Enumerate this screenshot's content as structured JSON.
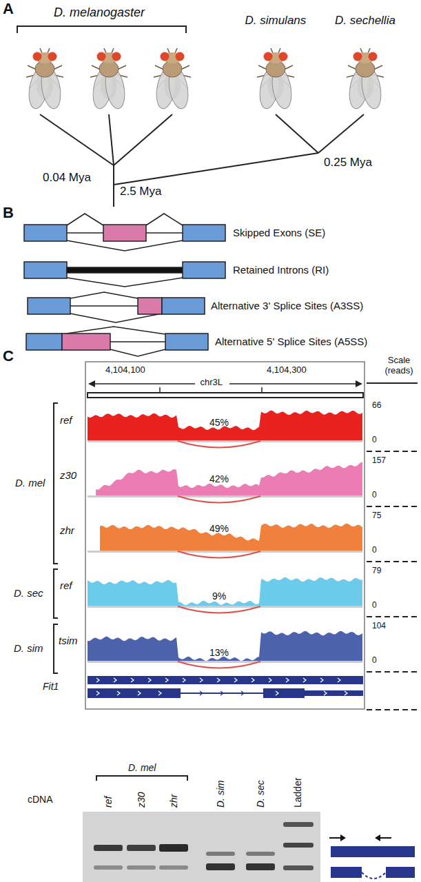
{
  "diagram": {
    "nodes": [
      {
        "text": [
          "4,104,100",
          "chr3L",
          "4,104,300"
        ]
      },
      {
        "text": [
          "45%"
        ],
        "in": 0
      },
      {
        "text": [
          "42%"
        ],
        "in": 0
      },
      {
        "text": [
          "49%"
        ],
        "in": 0
      },
      {
        "text": [
          "9%"
        ],
        "in": 0
      },
      {
        "text": [
          "13%"
        ],
        "in": 0
      }
    ],
    "labels": [
      "A",
      "D. melanogaster",
      "D. simulans",
      "D. sechellia",
      "0.04 Mya",
      "2.5 Mya",
      "0.25 Mya",
      "B",
      "Skipped Exons (SE)",
      "Retained Introns (RI)",
      "Alternative 3' Splice Sites (A3SS)",
      "Alternative 5' Splice Sites (A5SS)",
      "C",
      "Scale (reads)",
      "66",
      "0",
      "157",
      "0",
      "75",
      "0",
      "79",
      "0",
      "104",
      "0",
      "D. mel",
      "ref",
      "z30",
      "zhr",
      "D. sec",
      "ref",
      "D. sim",
      "tsim",
      "Fit1",
      "cDNA",
      "D. mel",
      "ref",
      "z30",
      "zhr",
      "D. sim",
      "D. sec",
      "Ladder"
    ]
  }
}
